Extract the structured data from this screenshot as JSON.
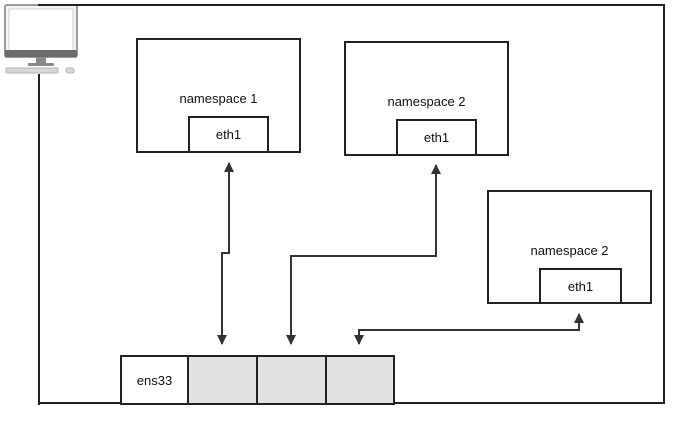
{
  "computer": {
    "icon": "desktop-computer-icon"
  },
  "namespaces": [
    {
      "label": "namespace 1",
      "interface": "eth1"
    },
    {
      "label": "namespace 2",
      "interface": "eth1"
    },
    {
      "label": "namespace 2",
      "interface": "eth1"
    }
  ],
  "bridge": {
    "label": "ens33",
    "ports": [
      "",
      "",
      ""
    ],
    "port_color": "#e2e2e2"
  }
}
